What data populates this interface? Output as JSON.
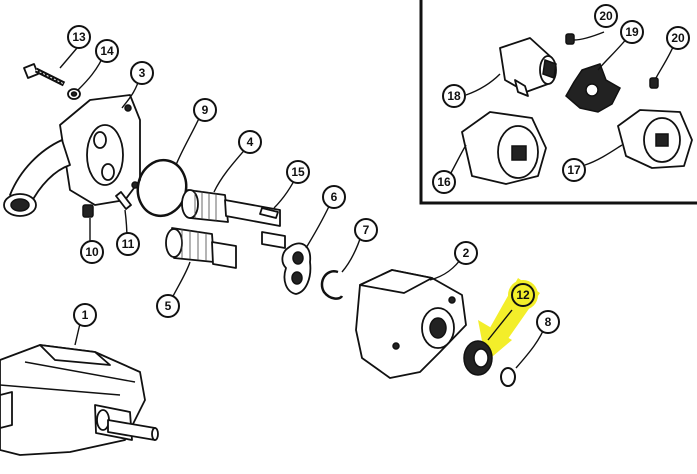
{
  "callouts": [
    {
      "id": "1",
      "label": "1"
    },
    {
      "id": "2",
      "label": "2"
    },
    {
      "id": "3",
      "label": "3"
    },
    {
      "id": "4",
      "label": "4"
    },
    {
      "id": "5",
      "label": "5"
    },
    {
      "id": "6",
      "label": "6"
    },
    {
      "id": "7",
      "label": "7"
    },
    {
      "id": "8",
      "label": "8"
    },
    {
      "id": "9",
      "label": "9"
    },
    {
      "id": "10",
      "label": "10"
    },
    {
      "id": "11",
      "label": "11"
    },
    {
      "id": "12",
      "label": "12"
    },
    {
      "id": "13",
      "label": "13"
    },
    {
      "id": "14",
      "label": "14"
    },
    {
      "id": "15",
      "label": "15"
    },
    {
      "id": "16",
      "label": "16"
    },
    {
      "id": "17",
      "label": "17"
    },
    {
      "id": "18",
      "label": "18"
    },
    {
      "id": "19",
      "label": "19"
    },
    {
      "id": "20a",
      "label": "20"
    },
    {
      "id": "20b",
      "label": "20"
    }
  ],
  "highlight": {
    "callout": "12",
    "color": "#f3ee2a"
  }
}
